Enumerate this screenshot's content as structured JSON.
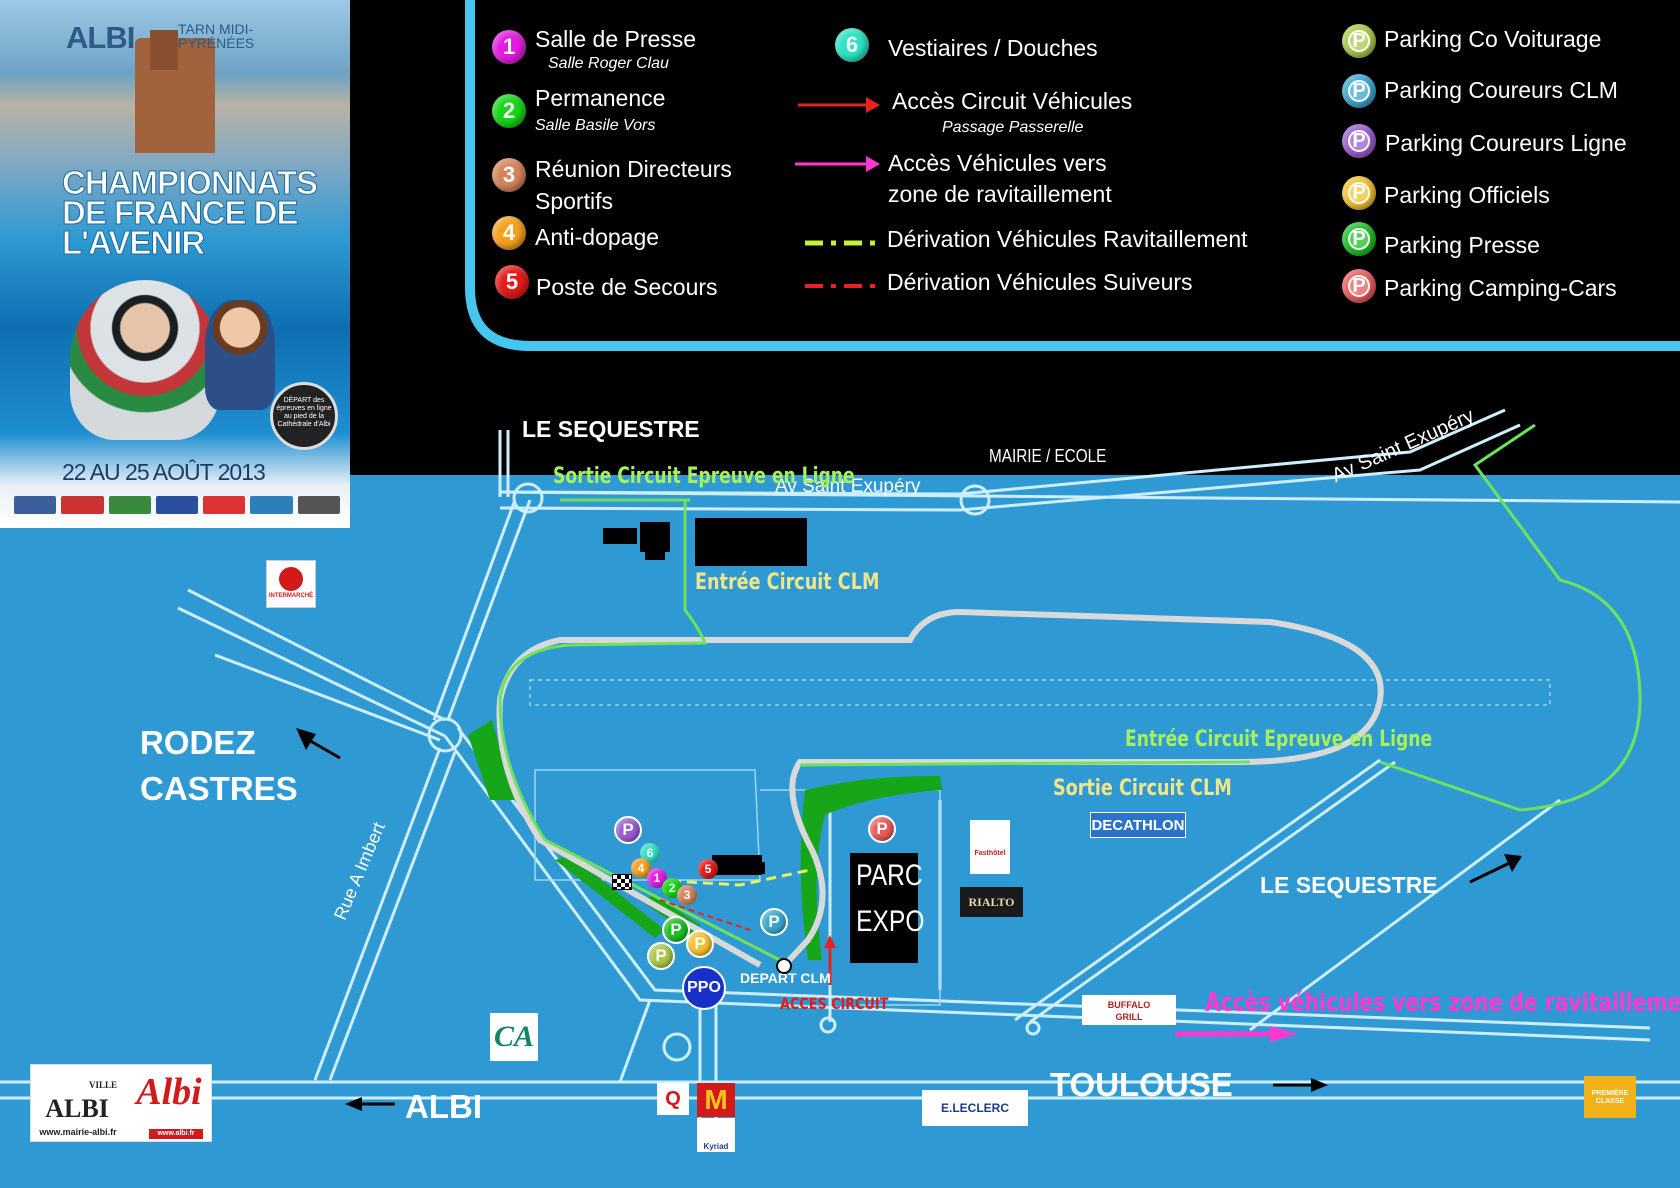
{
  "poster": {
    "city": "ALBI",
    "region": "TARN MIDI-PYRÉNÉES",
    "title": "CHAMPIONNATS DE FRANCE DE L'AVENIR",
    "badge": "DÉPART des épreuves en ligne au pied de la Cathédrale d'Albi",
    "dates": "22 AU 25 AOÛT 2013"
  },
  "legend": {
    "numbered": [
      {
        "num": "1",
        "label": "Salle de Presse",
        "sub": "Salle Roger Clau",
        "color": "#e21ce0"
      },
      {
        "num": "2",
        "label": "Permanence",
        "sub": "Salle Basile Vors",
        "color": "#16d616"
      },
      {
        "num": "3",
        "label": "Réunion Directeurs",
        "label2": "Sportifs",
        "color": "#d4845a"
      },
      {
        "num": "4",
        "label": "Anti-dopage",
        "color": "#f5a11e"
      },
      {
        "num": "5",
        "label": "Poste de Secours",
        "color": "#e31a1a"
      },
      {
        "num": "6",
        "label": "Vestiaires / Douches",
        "color": "#2de2c4"
      }
    ],
    "lines": [
      {
        "label": "Accès Circuit Véhicules",
        "sub": "Passage Passerelle",
        "color": "#e82222"
      },
      {
        "label": "Accès Véhicules vers",
        "label2": "zone de ravitaillement",
        "color": "#ff38d2"
      },
      {
        "label": "Dérivation Véhicules Ravitaillement",
        "color": "#c4f23b"
      },
      {
        "label": "Dérivation Véhicules Suiveurs",
        "color": "#e82222"
      }
    ],
    "parking": [
      {
        "letter": "P",
        "label": "Parking Co Voiturage",
        "color": "#a8c94a"
      },
      {
        "letter": "P",
        "label": "Parking Coureurs CLM",
        "color": "#3aa6cf"
      },
      {
        "letter": "P",
        "label": "Parking Coureurs Ligne",
        "color": "#9a5cd0"
      },
      {
        "letter": "P",
        "label": "Parking Officiels",
        "color": "#f2c12e"
      },
      {
        "letter": "P",
        "label": "Parking Presse",
        "color": "#1bbf22"
      },
      {
        "letter": "P",
        "label": "Parking Camping-Cars",
        "color": "#ea5a5a"
      }
    ]
  },
  "map": {
    "le_sequestre": "LE SEQUESTRE",
    "mairie_ecole": "MAIRIE / ECOLE",
    "av_saint_exupery": "Av Saint Exupéry",
    "av_saint_exupery_diag": "Av Saint Exupéry",
    "sortie_ligne": "Sortie Circuit Epreuve en Ligne",
    "entree_clm": "Entrée Circuit CLM",
    "entree_ligne": "Entrée Circuit Epreuve en Ligne",
    "sortie_clm": "Sortie Circuit CLM",
    "rodez": "RODEZ",
    "castres": "CASTRES",
    "rue_imbert": "Rue A Imbert",
    "albi": "ALBI",
    "toulouse": "TOULOUSE",
    "acces_ravitaillement": "Accès véhicules vers zone de ravitaillement",
    "depart_clm": "DEPART CLM",
    "acces_circuit": "ACCES CIRCUIT",
    "parc": "PARC",
    "expo": "EXPO",
    "ppo": "PPO",
    "map_color": "#2f99d3",
    "road_color": "#cdeefd",
    "circuit_clm_color": "#d9d9d9",
    "route_ligne_color": "#6ee25a"
  },
  "logos": {
    "intermarche": "INTERMARCHÉ",
    "decathlon": "DECATHLON",
    "fasthotel": "Fasthôtel",
    "rialto": "RIALTO",
    "buffalo_grill_1": "BUFFALO",
    "buffalo_grill_2": "GRILL",
    "credit_agricole": "CA",
    "quick": "Q",
    "mcdonalds": "M",
    "kyriad": "Kyriad",
    "leclerc": "E.LECLERC",
    "premiere_classe": "PREMIÈRE CLASSE",
    "ville": "VILLE",
    "albi_caps": "ALBI",
    "mairie_url": "www.mairie-albi.fr",
    "albi_script": "Albi",
    "albi_url": "www.albi.fr"
  }
}
